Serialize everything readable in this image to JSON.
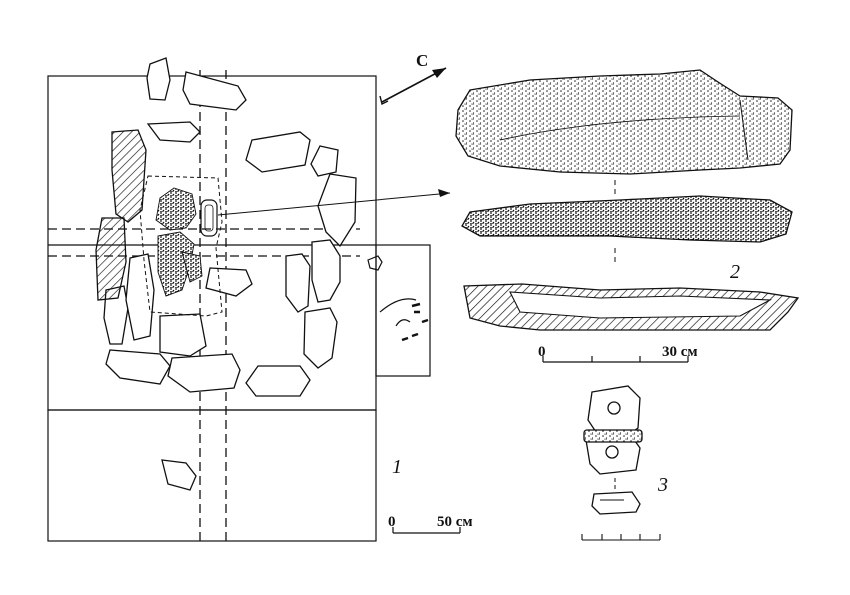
{
  "north_label": "С",
  "figure_numbers": {
    "burial_plan": "1",
    "vessel": "2",
    "buckle": "3"
  },
  "scales": {
    "plan": {
      "zero": "0",
      "end": "50 см"
    },
    "vessel": {
      "zero": "0",
      "end": "30 см"
    }
  },
  "colors": {
    "ink": "#111111",
    "paper": "#ffffff"
  },
  "icons": [
    "north-arrow-icon"
  ]
}
